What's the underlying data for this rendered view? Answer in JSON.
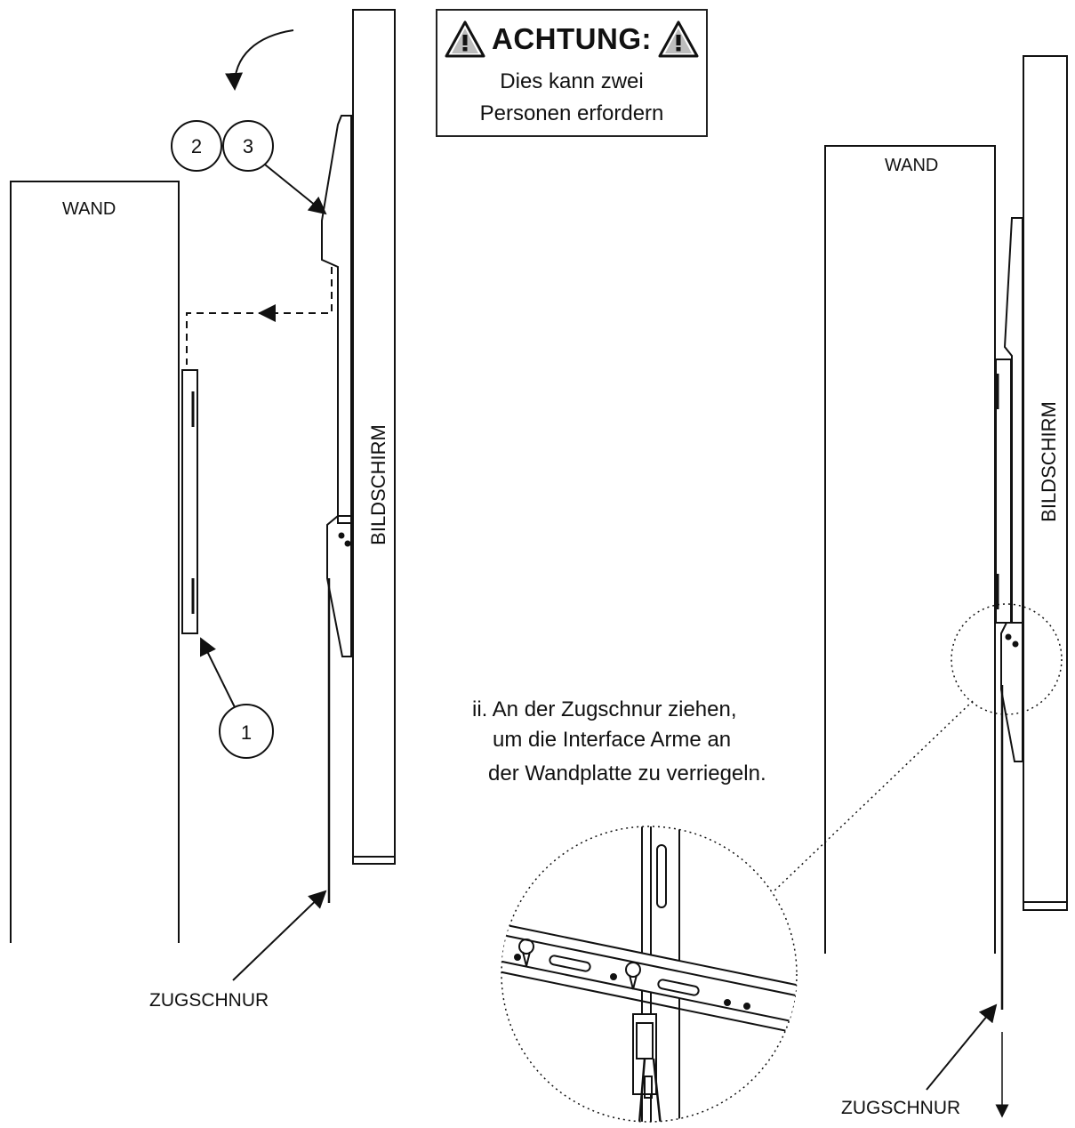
{
  "warning": {
    "title": "ACHTUNG:",
    "line1": "Dies kann zwei",
    "line2": "Personen erfordern",
    "icon_left": "warning-triangle-icon",
    "icon_right": "warning-triangle-icon"
  },
  "left_view": {
    "wall_label": "WAND",
    "screen_label": "BILDSCHIRM",
    "cord_label": "ZUGSCHNUR",
    "callout_1": "1",
    "callout_2": "2",
    "callout_3": "3"
  },
  "right_view": {
    "wall_label": "WAND",
    "screen_label": "BILDSCHIRM",
    "cord_label": "ZUGSCHNUR"
  },
  "instruction": {
    "line1": "ii. An der Zugschnur ziehen,",
    "line2": "um die Interface Arme an",
    "line3": "der Wandplatte zu verriegeln."
  }
}
